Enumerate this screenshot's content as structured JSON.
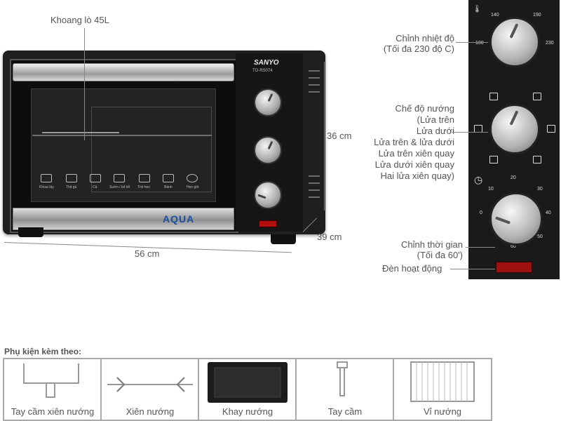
{
  "labels": {
    "cavity": "Khoang lò 45L",
    "temp_line1": "Chỉnh nhiệt độ",
    "temp_line2": "(Tối đa 230 độ C)",
    "mode_lines": [
      "Chế độ nướng",
      "(Lửa trên",
      "Lửa dưới",
      "Lửa trên & lửa dưới",
      "Lửa trên xiên quay",
      "Lửa dưới xiên quay",
      "Hai lửa xiên quay)"
    ],
    "timer_line1": "Chỉnh thời gian",
    "timer_line2": "(Tối đa 60')",
    "lamp": "Đèn hoạt động"
  },
  "dimensions": {
    "height": "36  cm",
    "depth": "39 cm",
    "width": "56 cm"
  },
  "oven": {
    "brand": "SANYO",
    "model": "TO-RS074",
    "door_logo": "AQUA",
    "door_icons": [
      "Khoai tây",
      "Thịt gà",
      "Cá",
      "Sườn / bít tết",
      "Thịt heo",
      "Bánh",
      "Hẹn giờ"
    ]
  },
  "panel": {
    "temp_scale": [
      "100",
      "140",
      "190",
      "230"
    ],
    "timer_scale": [
      "0",
      "10",
      "20",
      "30",
      "40",
      "50",
      "60"
    ]
  },
  "accessories": {
    "title": "Phụ kiện kèm theo:",
    "items": [
      "Tay cầm xiên nướng",
      "Xiên nướng",
      "Khay nướng",
      "Tay cầm",
      "Vỉ nướng"
    ]
  }
}
